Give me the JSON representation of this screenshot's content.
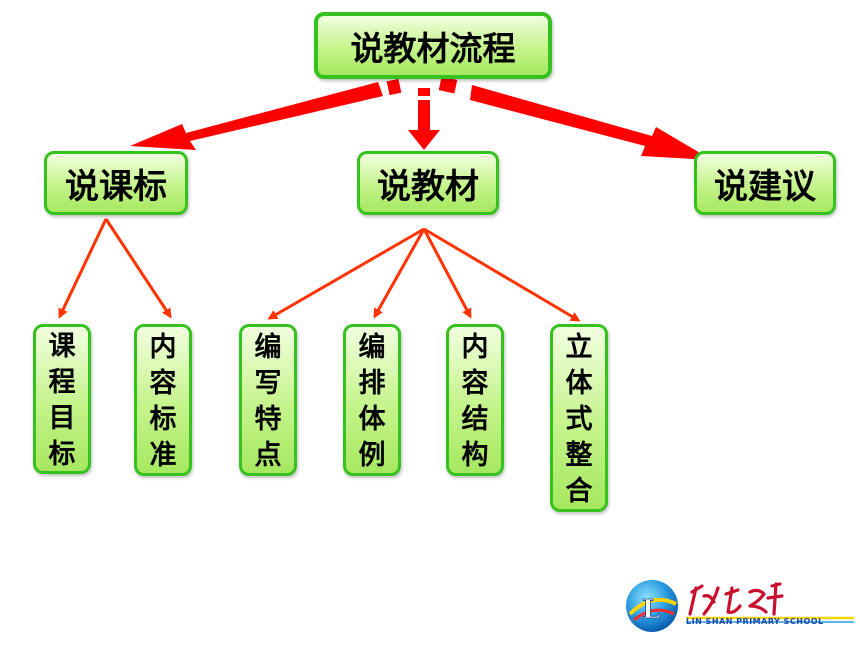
{
  "root": {
    "label": "说教材流程"
  },
  "branches": [
    {
      "label": "说课标"
    },
    {
      "label": "说教材"
    },
    {
      "label": "说建议"
    }
  ],
  "leaves": [
    {
      "label": "课程目标"
    },
    {
      "label": "内容标准"
    },
    {
      "label": "编写特点"
    },
    {
      "label": "编排体例"
    },
    {
      "label": "内容结构"
    },
    {
      "label": "立体式整合"
    }
  ],
  "logo": {
    "subtitle": "LIN SHAN PRIMARY SCHOOL"
  },
  "colors": {
    "node_fill": "#b9f07a",
    "node_border": "#35c21e",
    "arrow_main": "#ff0000",
    "arrow_leaf": "#ff3300"
  }
}
